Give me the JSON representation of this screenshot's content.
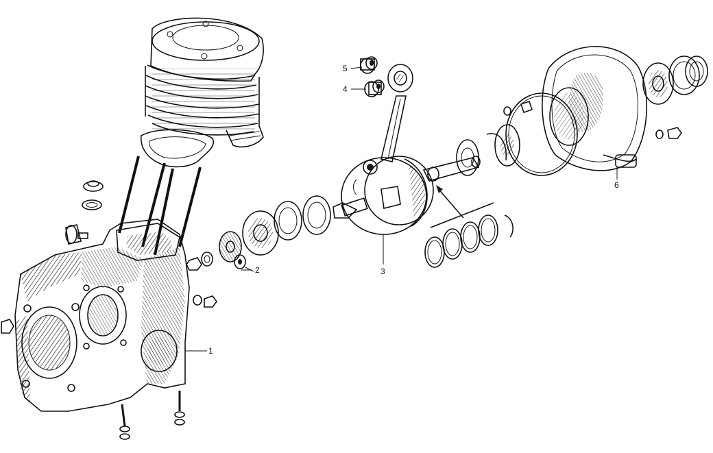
{
  "diagram": {
    "callouts": [
      {
        "id": "crankcase",
        "number": "1"
      },
      {
        "id": "gear-and-bearing",
        "number": "2"
      },
      {
        "id": "crankshaft",
        "number": "3"
      },
      {
        "id": "bush-small",
        "number": "4"
      },
      {
        "id": "bush-large",
        "number": "5"
      },
      {
        "id": "side-cover",
        "number": "6"
      }
    ],
    "colors": {
      "ink": "#111111",
      "paper": "#ffffff"
    }
  }
}
